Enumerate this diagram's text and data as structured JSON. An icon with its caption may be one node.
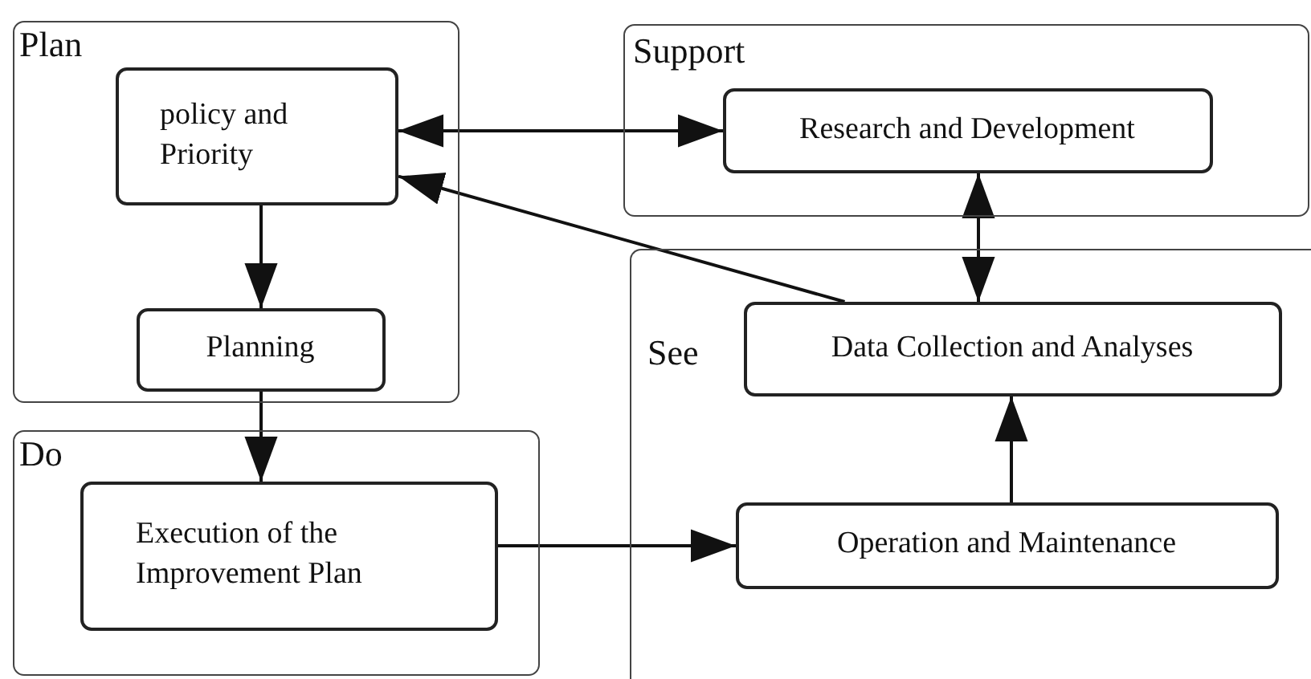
{
  "diagram": {
    "nodes": [
      {
        "text": [
          "Plan"
        ]
      },
      {
        "text": [
          "policy and Priority"
        ],
        "in": 0
      },
      {
        "text": [
          "Planning"
        ],
        "in": 0
      },
      {
        "text": [
          "Support"
        ]
      },
      {
        "text": [
          "Research and Development"
        ],
        "in": 3
      },
      {
        "text": [
          "See"
        ]
      },
      {
        "text": [
          "Data Collection and Analyses"
        ],
        "in": 5
      },
      {
        "text": [
          "Operation and Maintenance"
        ],
        "in": 5
      },
      {
        "text": [
          "Do"
        ]
      },
      {
        "text": [
          "Execution of the Improvement Plan"
        ],
        "in": 8
      }
    ],
    "edges": [
      {
        "from": 1,
        "to": 4,
        "arrow": "both"
      },
      {
        "from": 6,
        "to": 1,
        "arrow": "to"
      },
      {
        "from": 1,
        "to": 2,
        "arrow": "to"
      },
      {
        "from": 2,
        "to": 9,
        "arrow": "to"
      },
      {
        "from": 4,
        "to": 6,
        "arrow": "both"
      },
      {
        "from": 9,
        "to": 7,
        "arrow": "to"
      },
      {
        "from": 7,
        "to": 6,
        "arrow": "to"
      }
    ]
  }
}
